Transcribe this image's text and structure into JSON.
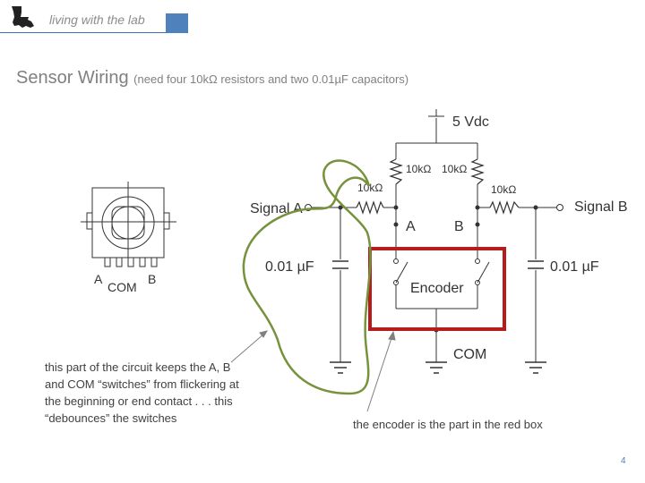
{
  "header": {
    "title": "living with the lab",
    "logo_icon": "louisiana-state-icon",
    "accent": "#4f81bd"
  },
  "slide": {
    "title": "Sensor Wiring",
    "subtitle": "(need four 10kΩ resistors and two 0.01µF capacitors)"
  },
  "circuit": {
    "supply": "5 Vdc",
    "pullup_left": "10kΩ",
    "pullup_right": "10kΩ",
    "series_left": "10kΩ",
    "series_right": "10kΩ",
    "signal_a": "Signal A",
    "signal_b": "Signal B",
    "cap_left": "0.01 µF",
    "cap_right": "0.01 µF",
    "node_a": "A",
    "node_b": "B",
    "encoder": "Encoder",
    "com": "COM",
    "highlight_color": "#b51c1c",
    "loop_color": "#76923c"
  },
  "encoder_drawing": {
    "pin_a": "A",
    "pin_com": "COM",
    "pin_b": "B"
  },
  "captions": {
    "left": "this part of the circuit keeps the A, B and COM “switches” from flickering at the beginning or end contact . . . this “debounces” the switches",
    "right": "the encoder is the part in the red box"
  },
  "page_number": "4"
}
